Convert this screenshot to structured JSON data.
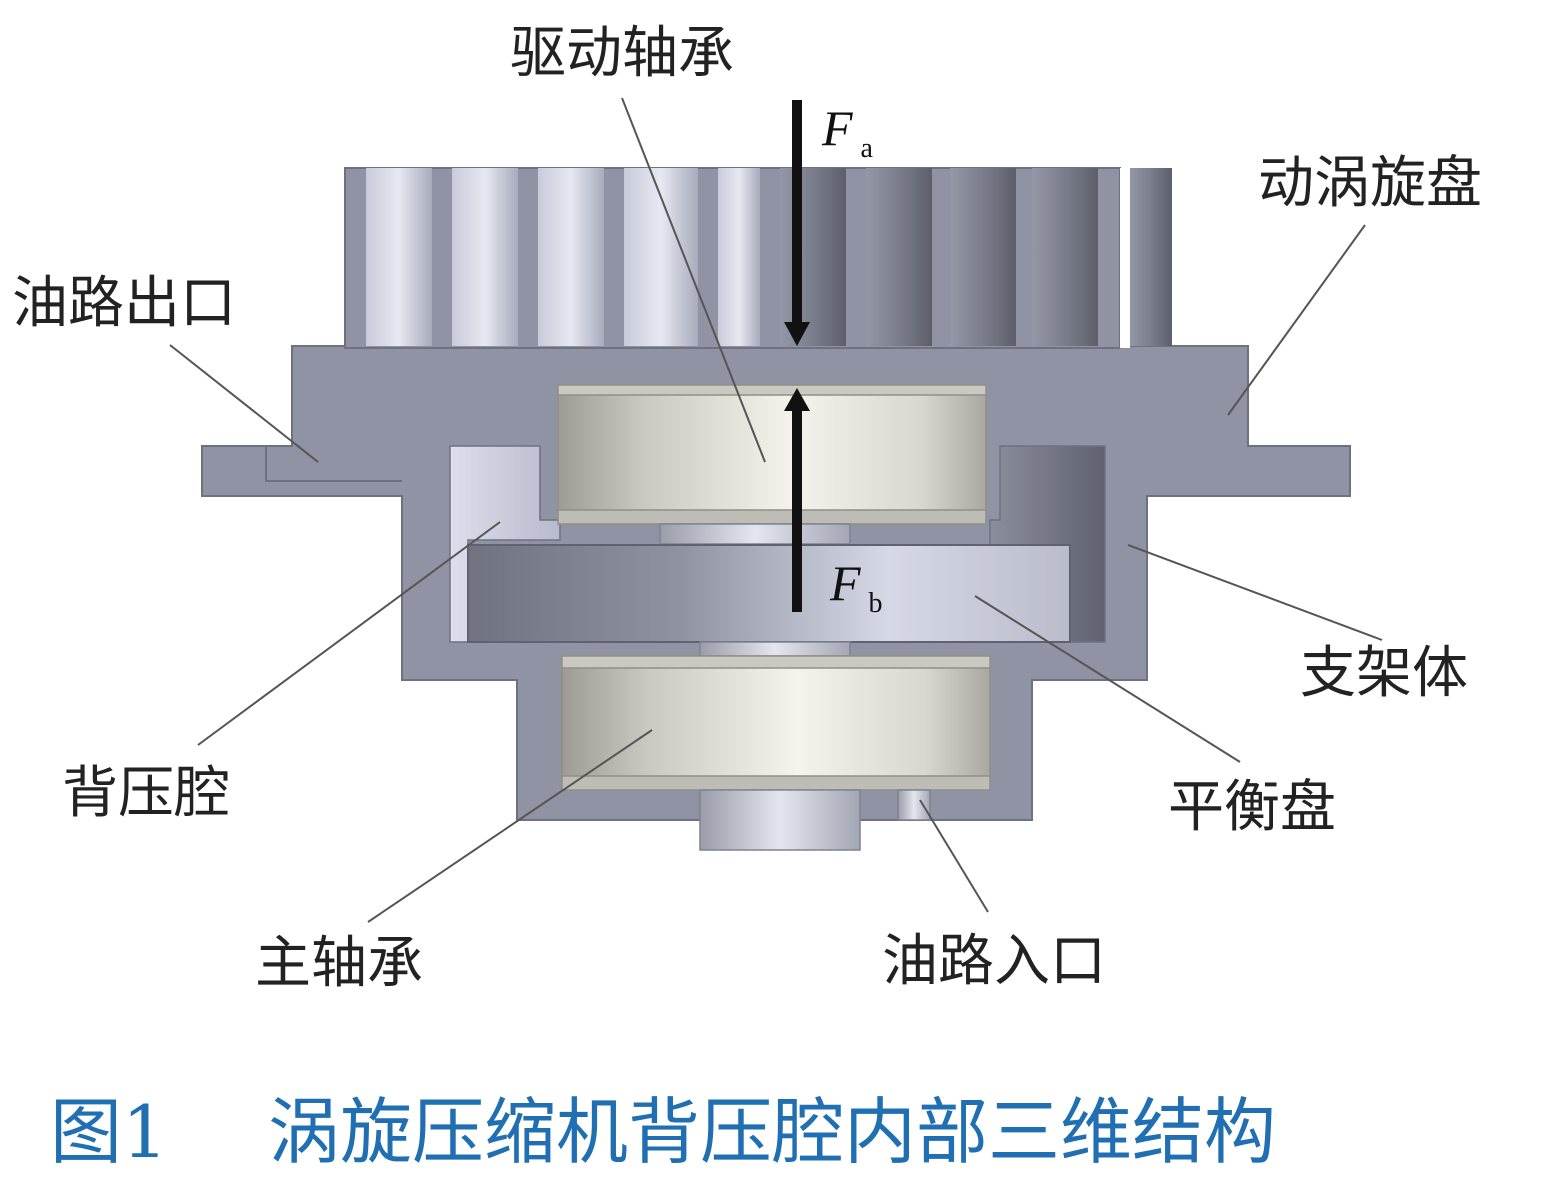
{
  "labels": {
    "drive_bearing": "驱动轴承",
    "orbiting_scroll": "动涡旋盘",
    "oil_outlet": "油路出口",
    "frame_body": "支架体",
    "back_pressure_chamber": "背压腔",
    "balance_disk": "平衡盘",
    "main_bearing": "主轴承",
    "oil_inlet": "油路入口"
  },
  "forces": {
    "fa": {
      "symbol": "F",
      "subscript": "a"
    },
    "fb": {
      "symbol": "F",
      "subscript": "b"
    }
  },
  "caption": {
    "number": "图1",
    "text": "涡旋压缩机背压腔内部三维结构"
  },
  "colors": {
    "housing": "#8f93a3",
    "housing_edge": "#6d7180",
    "caption": "#1f6fb2"
  }
}
